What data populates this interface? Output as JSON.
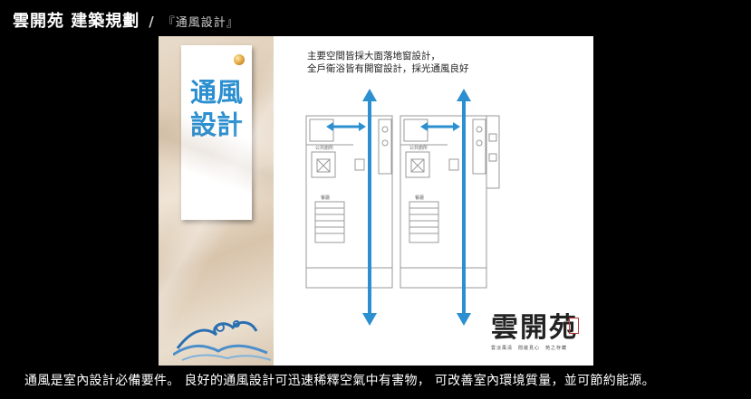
{
  "header": {
    "site_title": "雲開苑 建築規劃",
    "separator": "/",
    "section": "『通風設計』"
  },
  "slide": {
    "banner_text": "通風設計",
    "caption_lines": [
      "主要空間皆採大面落地窗設計，",
      "全戶衛浴皆有開窗設計，採光通風良好"
    ],
    "plan_labels": [
      "公共廁所",
      "公共廁所",
      "餐廳",
      "餐廳"
    ],
    "logo": {
      "name": "雲開苑",
      "tagline": "雲淡風清　閒敞見心　苑之存藏"
    },
    "colors": {
      "accent": "#2b8fd0",
      "arrow": "#2b8fd0"
    }
  },
  "footer": {
    "text": "通風是室內設計必備要件。 良好的通風設計可迅速稀釋空氣中有害物， 可改善室內環境質量，並可節約能源。"
  }
}
